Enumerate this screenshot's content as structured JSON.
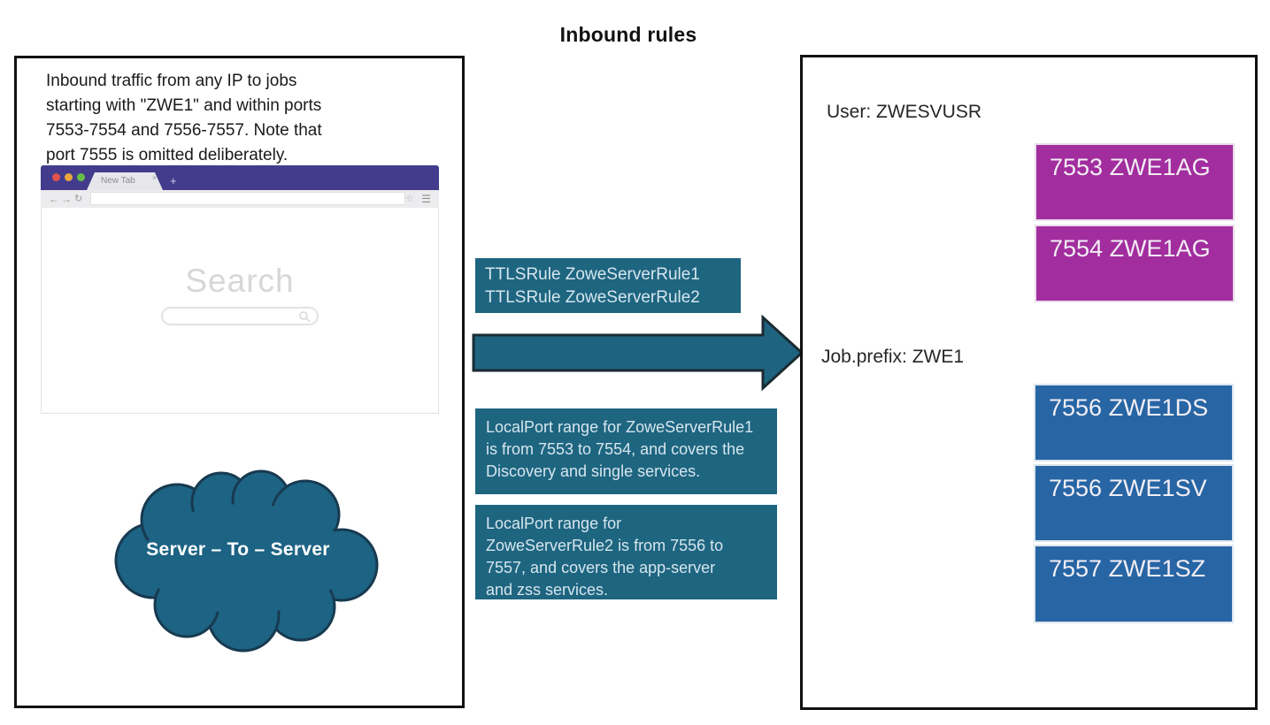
{
  "title": "Inbound rules",
  "left_panel": {
    "description": "Inbound traffic from any IP to jobs\nstarting with \"ZWE1\"  and within ports\n7553-7554 and 7556-7557. Note that\nport 7555 is omitted deliberately.",
    "browser": {
      "tab_label": "New Tab",
      "tab_close_glyph": "×",
      "new_tab_glyph": "+",
      "back_glyph": "←",
      "forward_glyph": "→",
      "reload_glyph": "↻",
      "star_glyph": "☆",
      "menu_glyph": "☰",
      "url_value": "",
      "search_heading": "Search",
      "search_value": ""
    },
    "cloud_label": "Server – To – Server"
  },
  "flow": {
    "ttls_rules": "TTLSRule ZoweServerRule1\nTTLSRule ZoweServerRule2",
    "localport_rule_1": "LocalPort range for ZoweServerRule1\nis from 7553 to 7554, and covers the\nDiscovery and single services.",
    "localport_rule_2": "LocalPort range for\nZoweServerRule2 is from 7556 to\n7557, and covers the app-server\nand zss services."
  },
  "right_panel": {
    "user_label": "User: ZWESVUSR",
    "job_prefix_label": "Job.prefix: ZWE1",
    "gateway_ports": [
      "7553 ZWE1AG",
      "7554 ZWE1AG"
    ],
    "service_ports": [
      "7556 ZWE1DS",
      "7556 ZWE1SV",
      "7557 ZWE1SZ"
    ]
  },
  "colors": {
    "teal_box": "#1e6580",
    "arrow": "#1e6480",
    "cloud": "#1d6384",
    "magenta_port": "#a22d9e",
    "blue_port": "#2765a4",
    "browser_chrome_purple": "#433c8d",
    "panel_border": "#111111"
  }
}
